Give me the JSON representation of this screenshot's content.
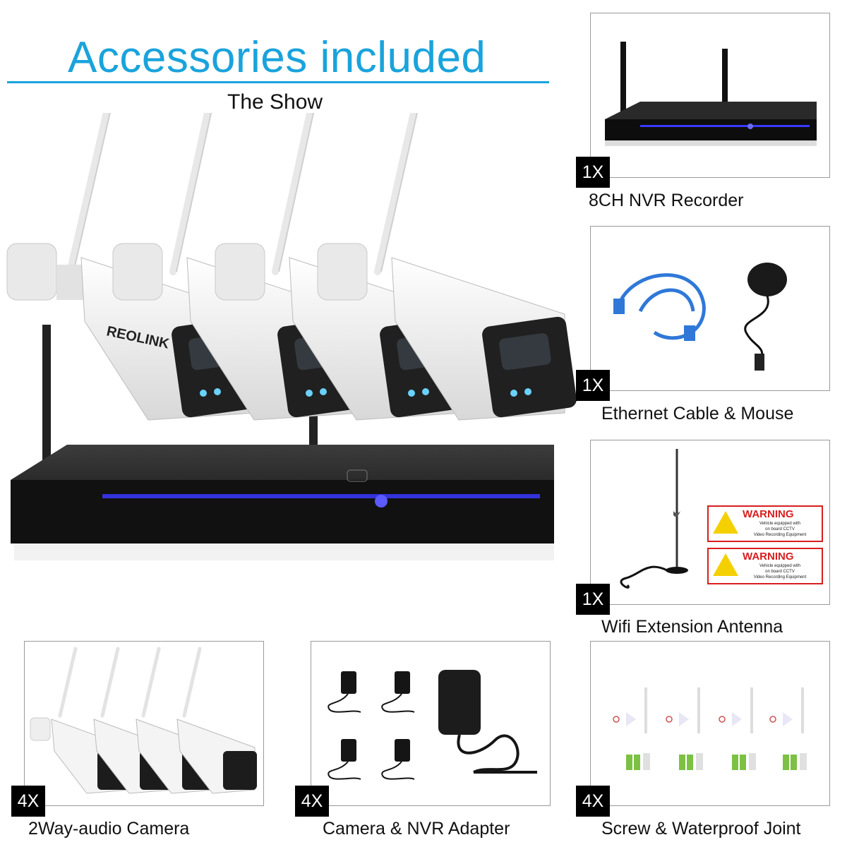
{
  "header": {
    "title": "Accessories included",
    "subtitle": "The Show"
  },
  "hero": {
    "camera_brand": "REOLINK"
  },
  "items": [
    {
      "qty": "1X",
      "caption": "8CH NVR Recorder"
    },
    {
      "qty": "1X",
      "caption": "Ethernet Cable & Mouse"
    },
    {
      "qty": "1X",
      "caption": "Wifi Extension Antenna"
    },
    {
      "qty": "4X",
      "caption": "2Way-audio Camera"
    },
    {
      "qty": "4X",
      "caption": "Camera & NVR Adapter"
    },
    {
      "qty": "4X",
      "caption": "Screw & Waterproof Joint"
    }
  ],
  "warning_label": {
    "title": "WARNING",
    "line1": "Vehicle equipped with",
    "line2": "on board CCTV",
    "line3": "Video Recording Equipment"
  },
  "colors": {
    "accent": "#1aa3dc",
    "led": "#3a3aff",
    "warning_red": "#d81e1e",
    "warning_yellow": "#f5d000",
    "cable_blue": "#2f78d8",
    "joint_green": "#7cc143"
  }
}
